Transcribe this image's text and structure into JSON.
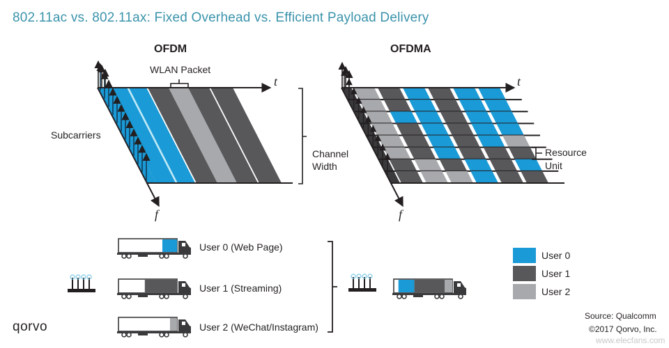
{
  "title": "802.11ac vs. 802.11ax: Fixed Overhead vs. Efficient Payload Delivery",
  "colors": {
    "user0": "#1a9ad6",
    "user1": "#58585a",
    "user2": "#a7a9ac",
    "title": "#3a93ab",
    "ink": "#231f20"
  },
  "ofdm": {
    "heading": "OFDM",
    "packet_label": "WLAN Packet",
    "subcarriers_label": "Subcarriers",
    "channel_width_label": [
      "Channel",
      "Width"
    ],
    "t_axis": "t",
    "f_axis": "f",
    "bands": [
      "user0",
      "user0",
      "user1",
      "user2",
      "user1",
      "user1"
    ]
  },
  "ofdma": {
    "heading": "OFDMA",
    "resource_unit_label": [
      "Resource",
      "Unit"
    ],
    "t_axis": "t",
    "f_axis": "f",
    "grid": [
      [
        "user2",
        "user1",
        "user0",
        "user1",
        "user0",
        "user0"
      ],
      [
        "user2",
        "user1",
        "user0",
        "user1",
        "user0",
        "user0"
      ],
      [
        "user2",
        "user0",
        "user0",
        "user1",
        "user0",
        "user0"
      ],
      [
        "user2",
        "user1",
        "user0",
        "user1",
        "user0",
        "user0"
      ],
      [
        "user2",
        "user1",
        "user0",
        "user1",
        "user0",
        "user2"
      ],
      [
        "user2",
        "user1",
        "user0",
        "user1",
        "user1",
        "user1"
      ],
      [
        "user1",
        "user2",
        "user1",
        "user0",
        "user1",
        "user0"
      ],
      [
        "user1",
        "user2",
        "user2",
        "user0",
        "user1",
        "user1"
      ]
    ]
  },
  "trucks": [
    {
      "label": "User 0 (Web Page)",
      "user": "user0",
      "fill": 0.25
    },
    {
      "label": "User 1 (Streaming)",
      "user": "user1",
      "fill": 0.55
    },
    {
      "label": "User 2 (WeChat/Instagram)",
      "user": "user2",
      "fill": 0.12
    }
  ],
  "combined_truck": [
    {
      "user": "user0",
      "fill": 0.27
    },
    {
      "user": "user1",
      "fill": 0.52
    },
    {
      "user": "user2",
      "fill": 0.13
    }
  ],
  "legend": [
    {
      "label": "User 0",
      "user": "user0"
    },
    {
      "label": "User 1",
      "user": "user1"
    },
    {
      "label": "User 2",
      "user": "user2"
    }
  ],
  "source": "Source: Qualcomm",
  "copyright": "©2017 Qorvo, Inc.",
  "logo": "qorvo",
  "watermark": "www.elecfans.com"
}
